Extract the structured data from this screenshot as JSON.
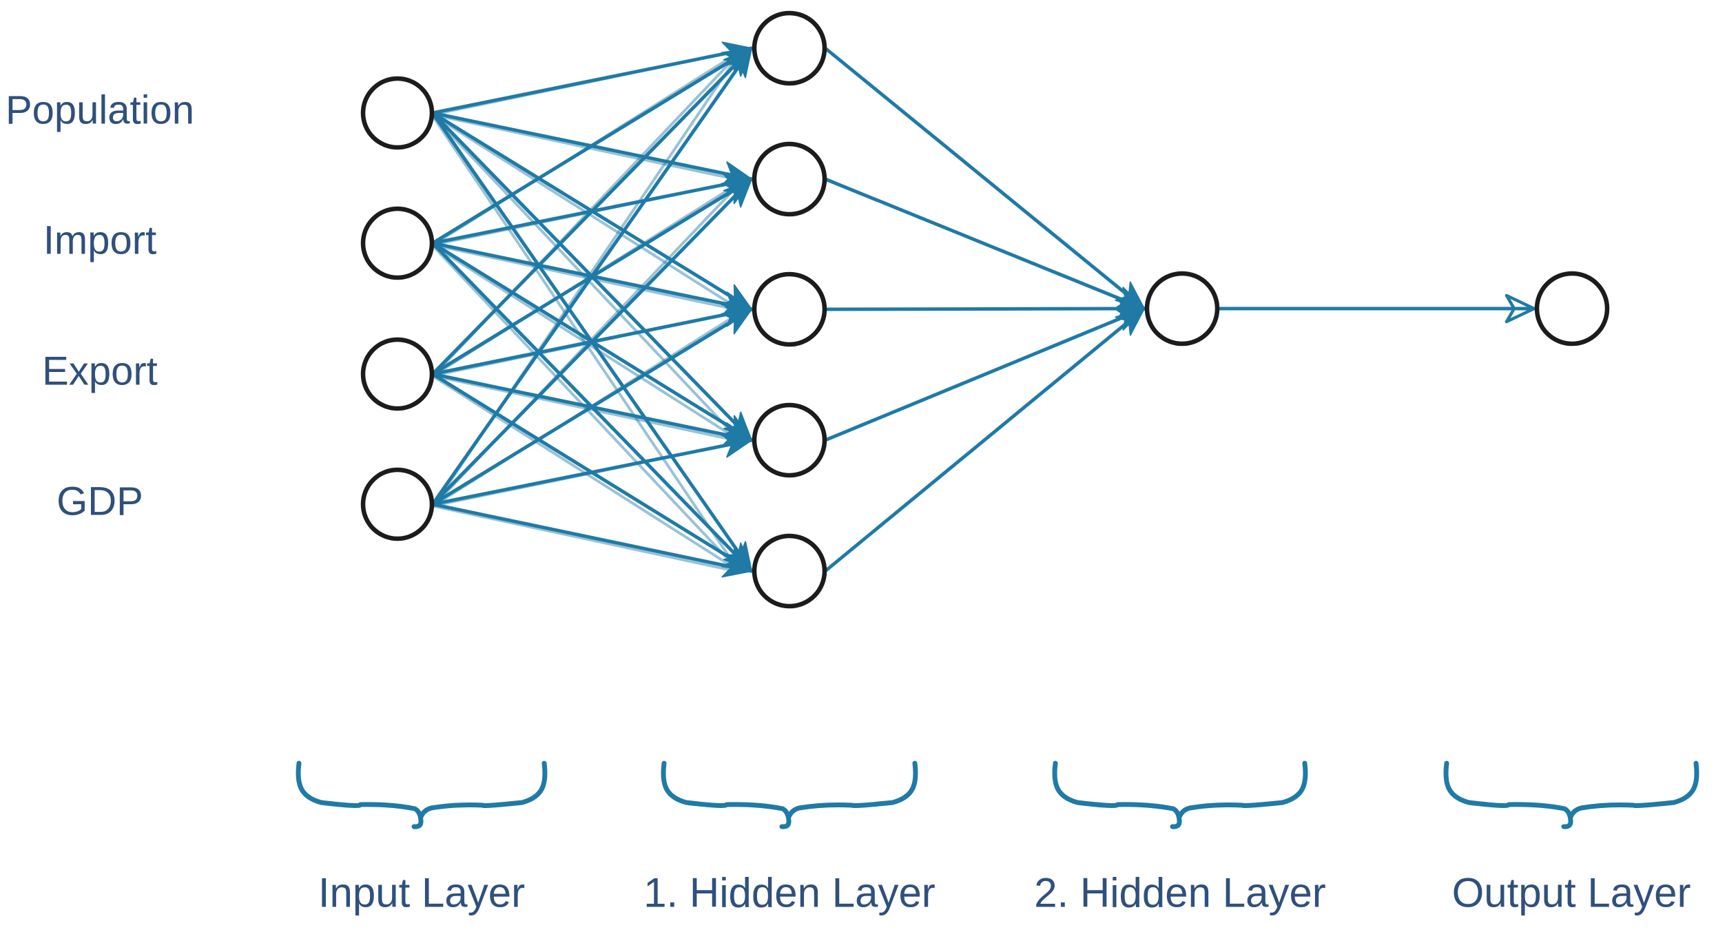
{
  "diagram": {
    "type": "neural-network",
    "input_labels": [
      "Population",
      "Import",
      "Export",
      "GDP"
    ],
    "layers": [
      {
        "name": "input-layer",
        "label": "Input Layer",
        "node_count": 4
      },
      {
        "name": "hidden-layer-1",
        "label": "1. Hidden Layer",
        "node_count": 5
      },
      {
        "name": "hidden-layer-2",
        "label": "2. Hidden Layer",
        "node_count": 1
      },
      {
        "name": "output-layer",
        "label": "Output Layer",
        "node_count": 1
      }
    ],
    "connectivity": "fully-connected-forward",
    "colors": {
      "edge": "#1f7aa6",
      "node_stroke": "#1c1c1c",
      "node_fill": "#ffffff",
      "text": "#30507c",
      "background": "#ffffff"
    }
  }
}
